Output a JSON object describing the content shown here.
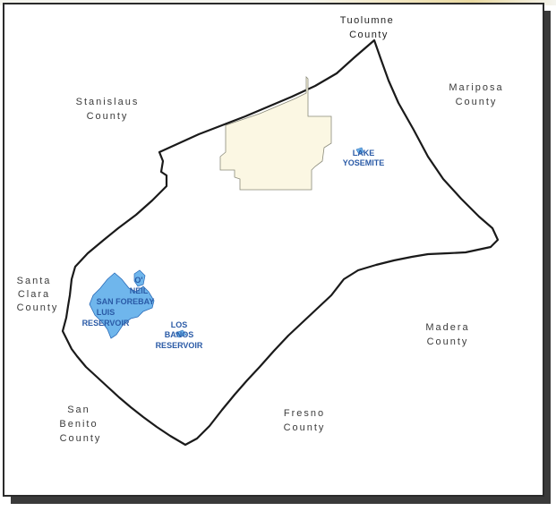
{
  "map": {
    "colors": {
      "boundary": "#1a1a1a",
      "city_area": "#fbf7e3",
      "water": "#6fb6ec",
      "water_label": "#2a5aa6",
      "county_label": "#3b3b3b"
    },
    "county_labels": {
      "tuolumne": {
        "line1": "Tuolumne",
        "line2": "County"
      },
      "stanislaus": {
        "line1": "Stanislaus",
        "line2": "County"
      },
      "mariposa": {
        "line1": "Mariposa",
        "line2": "County"
      },
      "santa_clara": {
        "line1": "Santa",
        "line2": "Clara",
        "line3": "County"
      },
      "madera": {
        "line1": "Madera",
        "line2": "County"
      },
      "san_benito": {
        "line1": "San",
        "line2": "Benito",
        "line3": "County"
      },
      "fresno": {
        "line1": "Fresno",
        "line2": "County"
      }
    },
    "water_labels": {
      "lake_yosemite": {
        "line1": "LAKE",
        "line2": "YOSEMITE"
      },
      "o_neill": {
        "line1": "O'",
        "line2": "NEIL"
      },
      "san_luis_forebay": {
        "line1": "SAN FOREBAY"
      },
      "san_luis_reservoir": {
        "line1": "LUIS",
        "line2": "RESERVOIR"
      },
      "los_banos_reservoir": {
        "line1": "LOS",
        "line2": "BANOS",
        "line3": "RESERVOIR"
      }
    }
  }
}
